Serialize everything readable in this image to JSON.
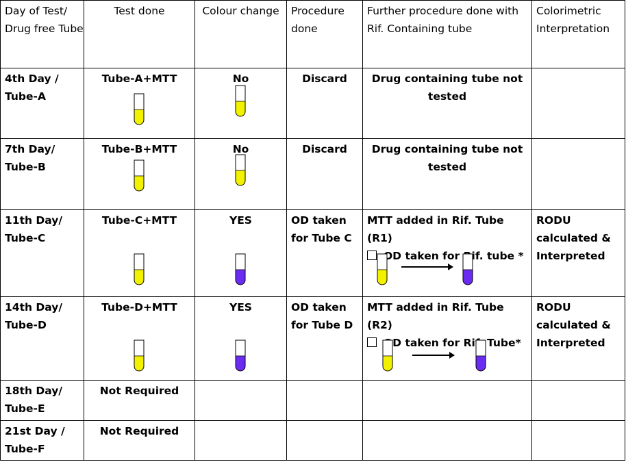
{
  "colors": {
    "yellow": "#f2f200",
    "purple": "#6a2cf0",
    "border": "#000000"
  },
  "headers": [
    "Day of Test/ Drug free Tube",
    "Test  done",
    "Colour change",
    "Procedure done",
    "Further procedure done with Rif.  Containing tube",
    "Colorimetric Interpretation"
  ],
  "rows": [
    {
      "day": "4th Day / Tube-A",
      "test": "Tube-A+MTT",
      "change": "No",
      "procedure": "Discard",
      "further": "Drug containing tube not tested",
      "interp": ""
    },
    {
      "day": "7th Day/ Tube-B",
      "test": "Tube-B+MTT",
      "change": "No",
      "procedure": "Discard",
      "further": "Drug containing tube not tested",
      "interp": ""
    },
    {
      "day": "11th Day/ Tube-C",
      "test": "Tube-C+MTT",
      "change": "YES",
      "procedure": "OD taken for Tube C",
      "further_1": "MTT added in Rif. Tube (R1)",
      "further_2": "OD taken for Rif. tube *",
      "interp": "RODU calculated & Interpreted"
    },
    {
      "day": "14th Day/ Tube-D",
      "test": "Tube-D+MTT",
      "change": "YES",
      "procedure": "OD taken for Tube D",
      "further_1": "MTT added in Rif. Tube (R2)",
      "further_2": "OD taken for Rif. Tube*",
      "interp": "RODU calculated & Interpreted"
    },
    {
      "day": "18th Day/ Tube-E",
      "test": "Not Required",
      "change": "",
      "procedure": "",
      "further": "",
      "interp": ""
    },
    {
      "day": "21st Day / Tube-F",
      "test": "Not Required",
      "change": "",
      "procedure": "",
      "further": "",
      "interp": ""
    }
  ]
}
